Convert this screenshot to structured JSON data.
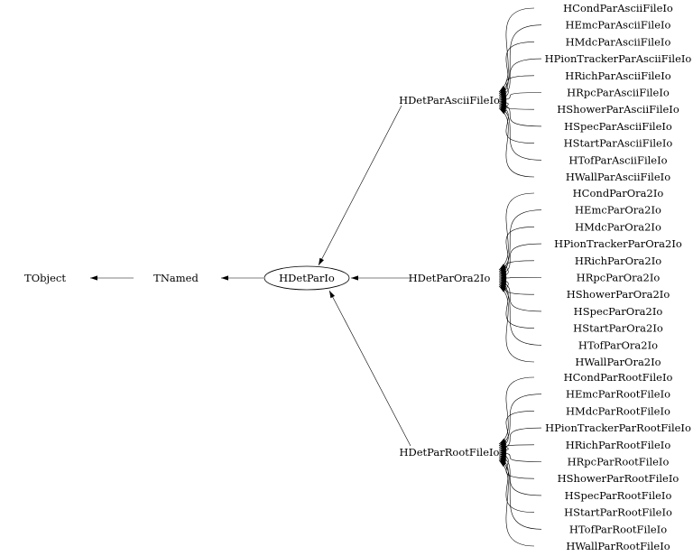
{
  "diagram": {
    "root": "TObject",
    "named": "TNamed",
    "focus": "HDetParIo",
    "groups": [
      {
        "name": "HDetParAsciiFileIo",
        "children": [
          "HCondParAsciiFileIo",
          "HEmcParAsciiFileIo",
          "HMdcParAsciiFileIo",
          "HPionTrackerParAsciiFileIo",
          "HRichParAsciiFileIo",
          "HRpcParAsciiFileIo",
          "HShowerParAsciiFileIo",
          "HSpecParAsciiFileIo",
          "HStartParAsciiFileIo",
          "HTofParAsciiFileIo",
          "HWallParAsciiFileIo"
        ]
      },
      {
        "name": "HDetParOra2Io",
        "children": [
          "HCondParOra2Io",
          "HEmcParOra2Io",
          "HMdcParOra2Io",
          "HPionTrackerParOra2Io",
          "HRichParOra2Io",
          "HRpcParOra2Io",
          "HShowerParOra2Io",
          "HSpecParOra2Io",
          "HStartParOra2Io",
          "HTofParOra2Io",
          "HWallParOra2Io"
        ]
      },
      {
        "name": "HDetParRootFileIo",
        "children": [
          "HCondParRootFileIo",
          "HEmcParRootFileIo",
          "HMdcParRootFileIo",
          "HPionTrackerParRootFileIo",
          "HRichParRootFileIo",
          "HRpcParRootFileIo",
          "HShowerParRootFileIo",
          "HSpecParRootFileIo",
          "HStartParRootFileIo",
          "HTofParRootFileIo",
          "HWallParRootFileIo"
        ]
      }
    ]
  }
}
